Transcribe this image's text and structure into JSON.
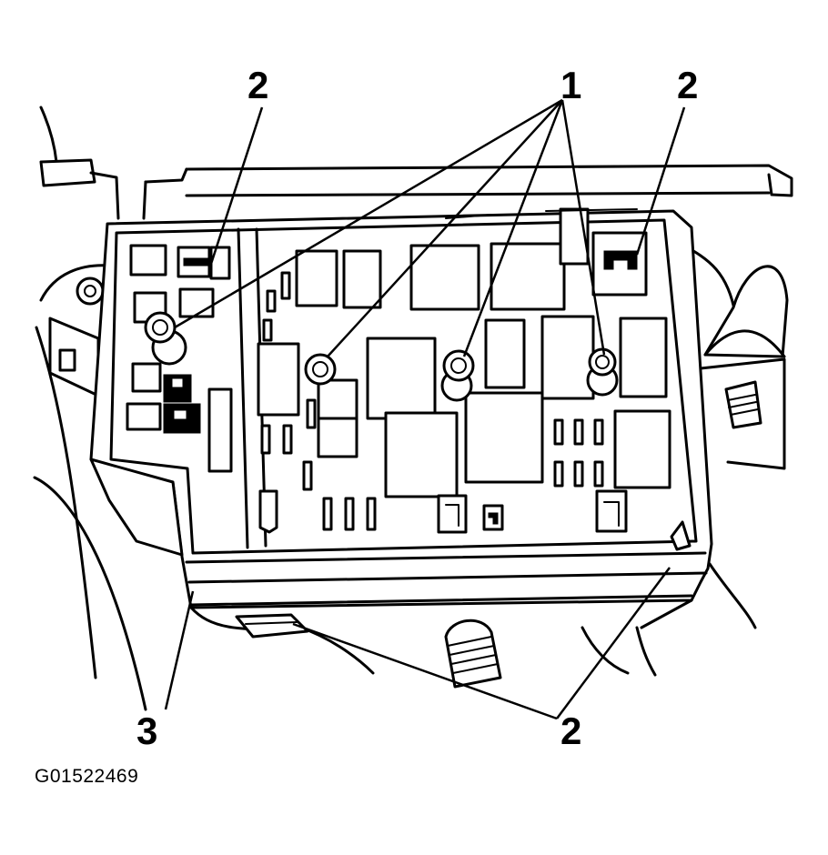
{
  "callouts": {
    "c1": "1",
    "c2_top_left": "2",
    "c2_top_right": "2",
    "c2_bottom": "2",
    "c3": "3"
  },
  "figure_id": "G01522469"
}
